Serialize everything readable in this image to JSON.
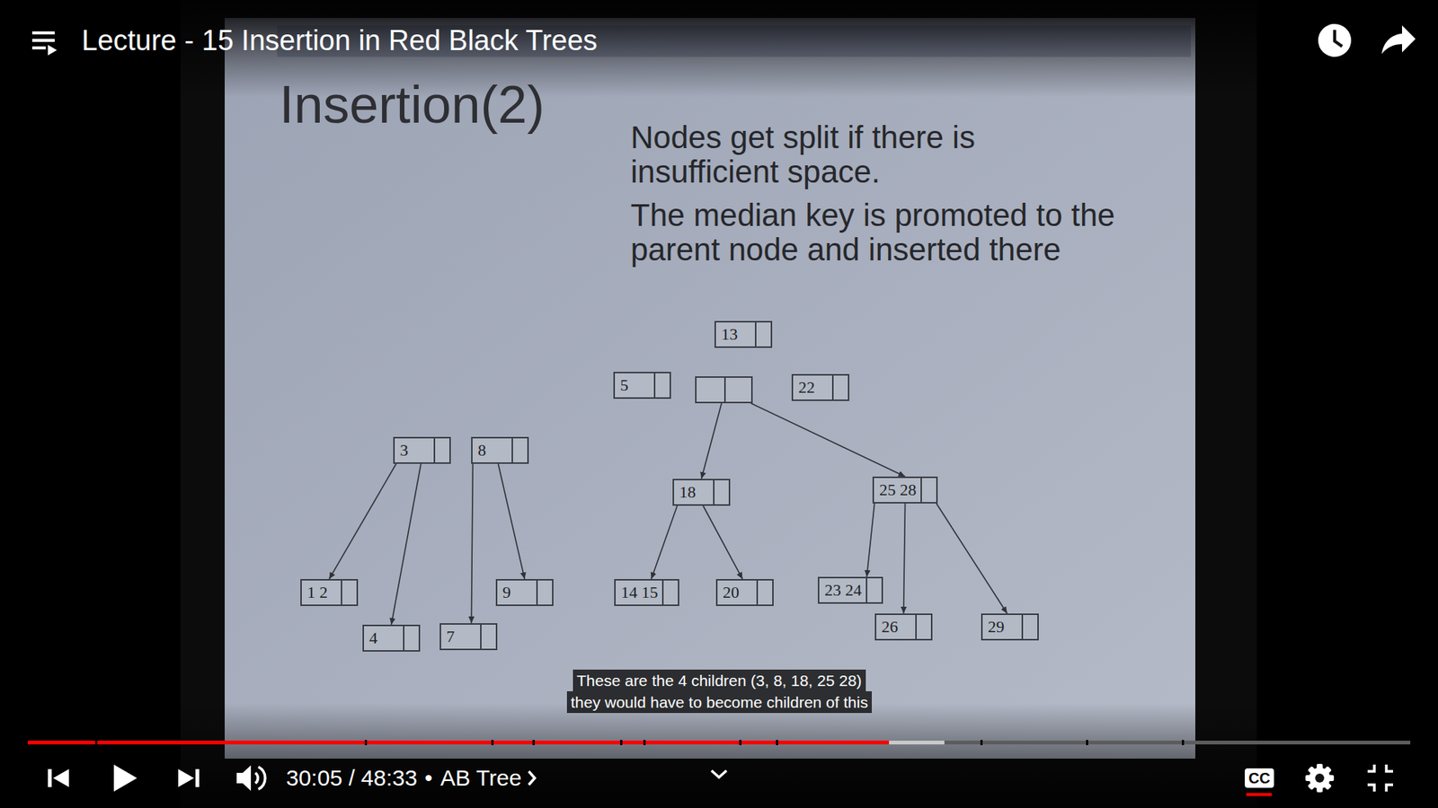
{
  "diagram": {
    "title": "Insertion(2)",
    "nodes": [
      {
        "text": [
          "13"
        ]
      },
      {
        "text": [
          "5"
        ]
      },
      {
        "text": []
      },
      {
        "text": [
          "22"
        ]
      },
      {
        "text": [
          "3"
        ]
      },
      {
        "text": [
          "8"
        ]
      },
      {
        "text": [
          "18"
        ]
      },
      {
        "text": [
          "25 28"
        ]
      },
      {
        "text": [
          "1 2"
        ]
      },
      {
        "text": [
          "4"
        ]
      },
      {
        "text": [
          "7"
        ]
      },
      {
        "text": [
          "9"
        ]
      },
      {
        "text": [
          "14 15"
        ]
      },
      {
        "text": [
          "20"
        ]
      },
      {
        "text": [
          "23 24"
        ]
      },
      {
        "text": [
          "26"
        ]
      },
      {
        "text": [
          "29"
        ]
      }
    ],
    "edges": [
      {
        "from": 2,
        "to": 6,
        "arrow": "to"
      },
      {
        "from": 2,
        "to": 7,
        "arrow": "to"
      },
      {
        "from": 4,
        "to": 8,
        "arrow": "to"
      },
      {
        "from": 4,
        "to": 9,
        "arrow": "to"
      },
      {
        "from": 5,
        "to": 10,
        "arrow": "to"
      },
      {
        "from": 5,
        "to": 11,
        "arrow": "to"
      },
      {
        "from": 6,
        "to": 12,
        "arrow": "to"
      },
      {
        "from": 6,
        "to": 13,
        "arrow": "to"
      },
      {
        "from": 7,
        "to": 14,
        "arrow": "to"
      },
      {
        "from": 7,
        "to": 15,
        "arrow": "to"
      },
      {
        "from": 7,
        "to": 16,
        "arrow": "to"
      }
    ],
    "labels": [
      "Lecture - 15 Insertion in Red Black Trees",
      "Nodes get split if there is insufficient space.",
      "The median key is promoted to the parent node and inserted there",
      "These are the 4 children (3, 8, 18, 25 28)",
      "they would have to become children of this",
      "30:05 / 48:33",
      "•",
      "AB Tree",
      "CC"
    ]
  }
}
